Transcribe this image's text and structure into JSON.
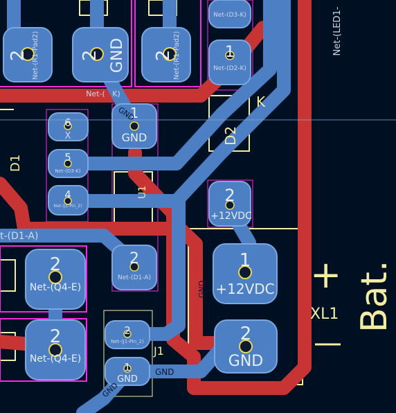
{
  "view": {
    "name": "PCB layout editor canvas"
  },
  "colors": {
    "background": "#001023",
    "top_copper": "#c83434",
    "bottom_copper": "#4d7fc4",
    "courtyard": "#ff26e2",
    "silkscreen": "#f2eda0",
    "crosshair": "#7fa6c4"
  },
  "pads": [
    {
      "number": "2",
      "net": "Net-(R1-Pad2)"
    },
    {
      "number": "2",
      "net": "GND"
    },
    {
      "number": "2",
      "net": "Net-(R1-Pad2)"
    },
    {
      "number": "1",
      "net": "Net-(D2-K)"
    },
    {
      "number": "1",
      "net": "GND"
    },
    {
      "number": "6",
      "net": "X"
    },
    {
      "number": "5",
      "net": "Net-(D3-K)"
    },
    {
      "number": "4",
      "net": "Net-(J1-Pin_2)"
    },
    {
      "number": "2",
      "net": "+12VDC"
    },
    {
      "number": "1",
      "net": "+12VDC"
    },
    {
      "number": "2",
      "net": "Net-(Q4-E)"
    },
    {
      "number": "2",
      "net": "Net-(D1-A)"
    },
    {
      "number": "2",
      "net": "Net-(Q4-E)"
    },
    {
      "number": "2",
      "net": "Net-(J1-Pin_2)"
    },
    {
      "number": "1",
      "net": "GND"
    },
    {
      "number": "2",
      "net": "GND"
    }
  ],
  "top_pad_net": "Net-(D3-K)",
  "track_labels": {
    "led1": "Net-(LED1-",
    "d1a": "t-(D1-A)",
    "gnd_diag": "GND",
    "gnd_vert": "GND",
    "gnd_horiz": "GND",
    "gnd_bottom": "GND",
    "netk": "Net-(",
    "netk_end": "K)"
  },
  "silkscreen_labels": {
    "left_ref": "D1",
    "d_ref": "D2",
    "k_mark": "K",
    "u_ref": "U1",
    "j_ref": "J1",
    "bat": "Bat.",
    "plus": "+",
    "xl": "XL1"
  }
}
